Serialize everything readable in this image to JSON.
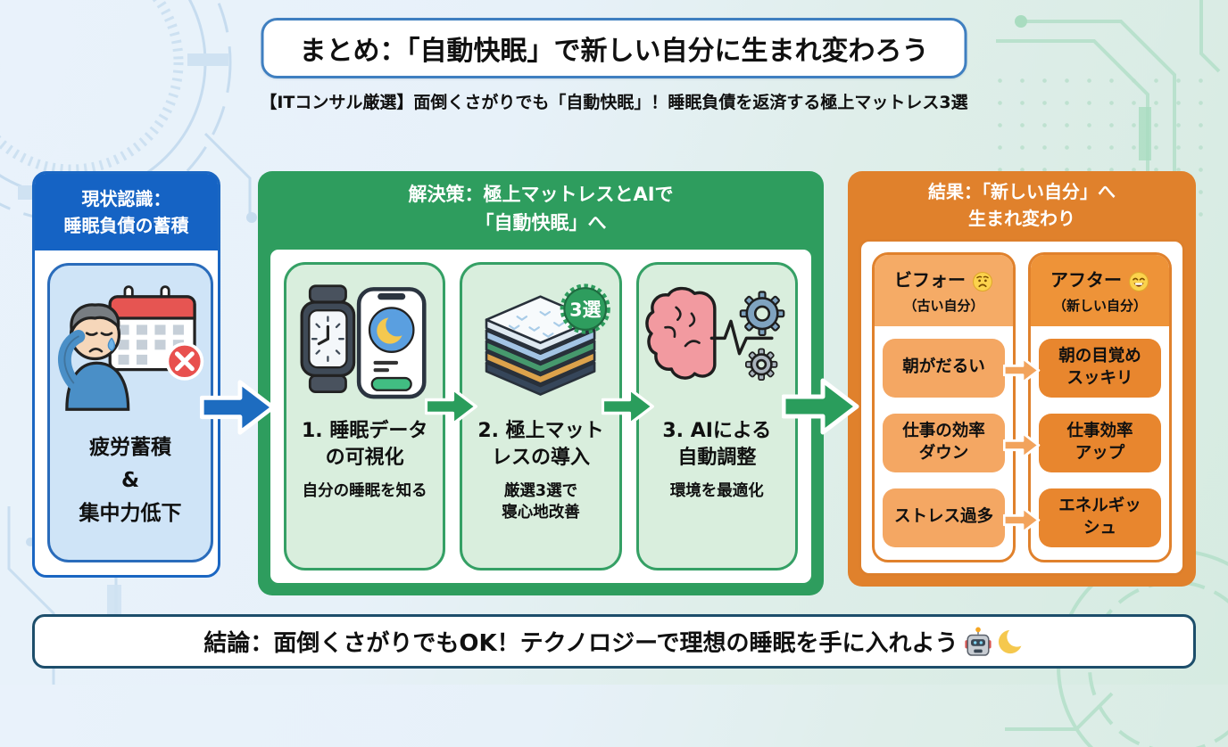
{
  "colors": {
    "blue_accent": "#1a66c2",
    "green_accent": "#2e9d5e",
    "orange_accent": "#e0812c"
  },
  "header": {
    "title": "まとめ：「自動快眠」で新しい自分に生まれ変わろう",
    "subtitle": "【ITコンサル厳選】面倒くさがりでも「自動快眠」！睡眠負債を返済する極上マットレス3選"
  },
  "problem": {
    "header": "現状認識：\n睡眠負債の蓄積",
    "icon": "tired-person-calendar",
    "caption": "疲労蓄積\n&\n集中力低下"
  },
  "solution": {
    "header": "解決策：極上マットレスとAIで\n「自動快眠」へ",
    "steps": [
      {
        "icon": "smartwatch-phone",
        "title": "1. 睡眠データ\nの可視化",
        "subtitle": "自分の睡眠を知る"
      },
      {
        "icon": "mattress-stack",
        "badge": "3選",
        "title": "2. 極上マット\nレスの導入",
        "subtitle": "厳選3選で\n寝心地改善"
      },
      {
        "icon": "brain-gears",
        "title": "3. AIによる\n自動調整",
        "subtitle": "環境を最適化"
      }
    ]
  },
  "result": {
    "header": "結果：「新しい自分」へ\n生まれ変わり",
    "before": {
      "title": "ビフォー",
      "emoji": {
        "name": "worried-face",
        "char": "😟"
      },
      "note": "（古い自分）",
      "items": [
        "朝がだるい",
        "仕事の効率\nダウン",
        "ストレス過多"
      ]
    },
    "after": {
      "title": "アフター",
      "emoji": {
        "name": "grinning-face",
        "char": "😄"
      },
      "note": "（新しい自分）",
      "items": [
        "朝の目覚め\nスッキリ",
        "仕事効率\nアップ",
        "エネルギッ\nシュ"
      ]
    }
  },
  "conclusion": {
    "text": "結論：面倒くさがりでもOK！テクノロジーで理想の睡眠を手に入れよう",
    "emojis": [
      {
        "name": "robot",
        "char": "🤖"
      },
      {
        "name": "crescent-moon",
        "char": "🌙"
      }
    ]
  }
}
